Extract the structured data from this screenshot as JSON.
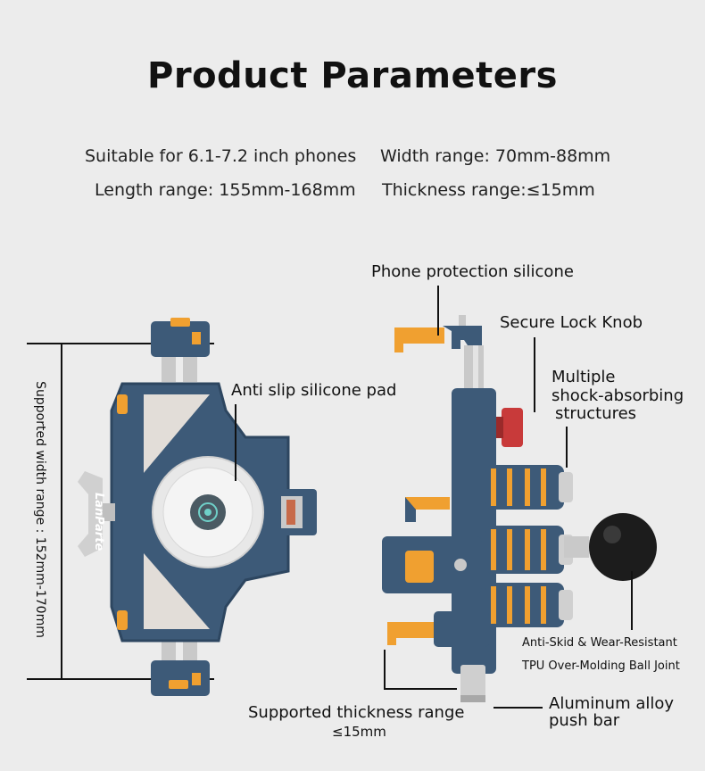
{
  "title": "Product Parameters",
  "specs": {
    "suitable": "Suitable for 6.1-7.2 inch phones",
    "width": "Width range: 70mm-88mm",
    "length": "Length range: 155mm-168mm",
    "thickness": "Thickness range:≤15mm"
  },
  "brand_logo": "LanParte",
  "labels": {
    "phone_protection": "Phone protection silicone",
    "secure_lock": "Secure Lock Knob",
    "shock_1": "Multiple",
    "shock_2": "shock-absorbing",
    "shock_3": "structures",
    "anti_slip": "Anti slip silicone pad",
    "anti_skid": "Anti-Skid & Wear-Resistant",
    "tpu": "TPU Over-Molding Ball Joint",
    "supported_width": "Supported width range : 152mm-170mm",
    "supported_thickness": "Supported thickness range",
    "thickness_value": "≤15mm",
    "aluminum_1": "Aluminum alloy",
    "aluminum_2": "push bar"
  },
  "colors": {
    "background": "#ececec",
    "body": "#3d5a78",
    "accent": "#f0a030",
    "knob": "#c83a3a",
    "ball": "#1c1c1c"
  }
}
